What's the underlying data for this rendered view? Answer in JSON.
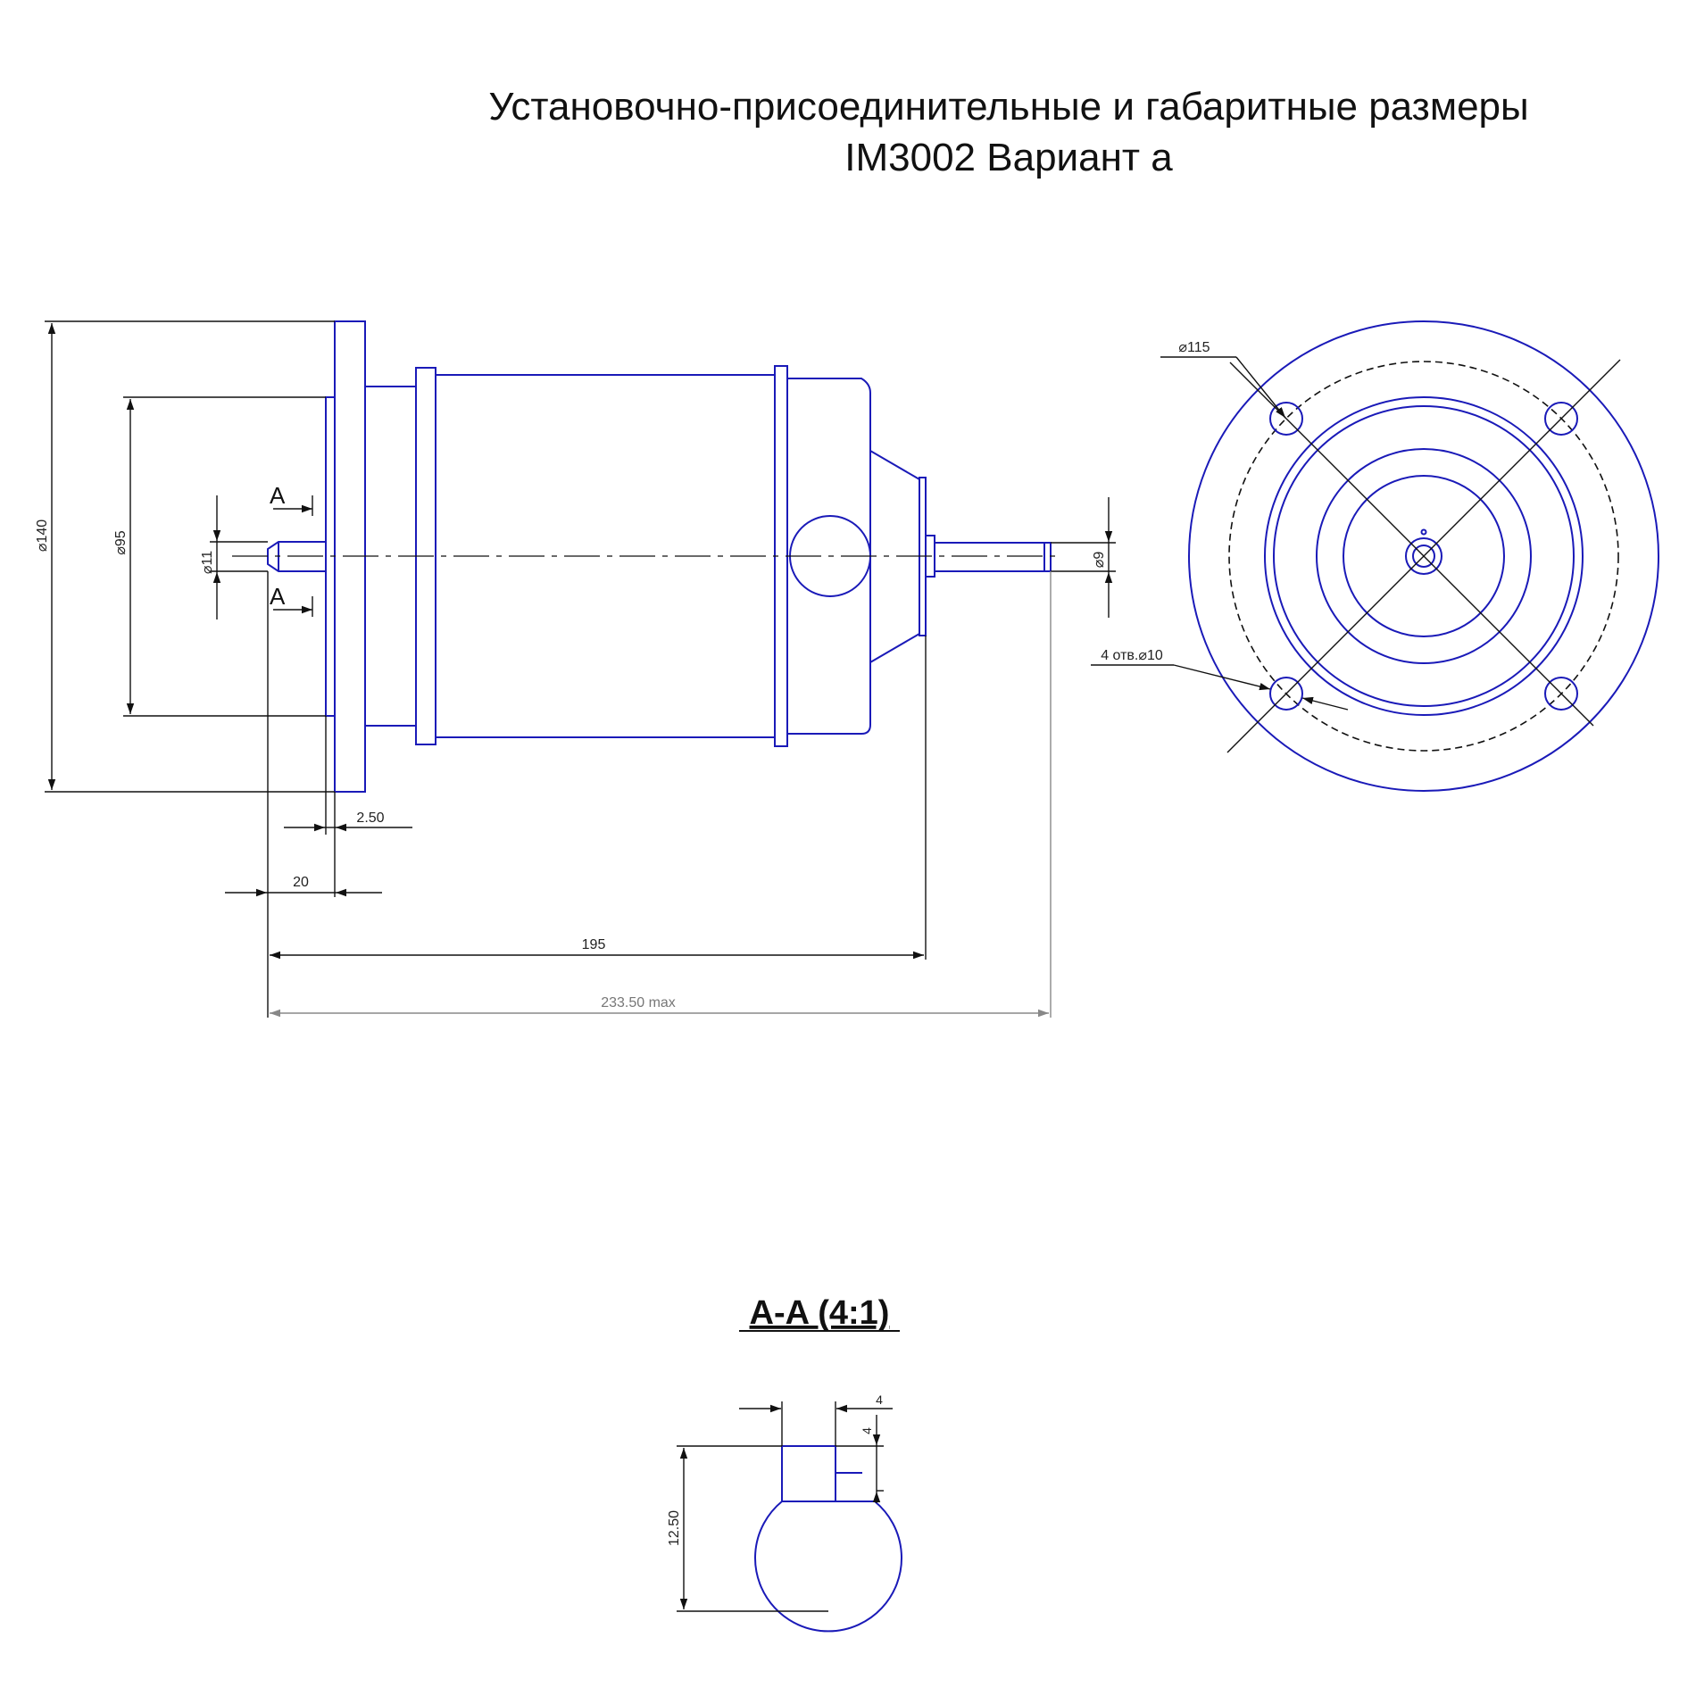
{
  "title": {
    "line1": "Установочно-присоединительные и габаритные размеры",
    "line2": "IM3002 Вариант а"
  },
  "dimensions": {
    "d140": "⌀140",
    "d95": "⌀95",
    "d11": "⌀11",
    "d9": "⌀9",
    "d115": "⌀115",
    "holes": "4 отв.⌀10",
    "l250": "2.50",
    "l20": "20",
    "l195": "195",
    "lmax": "233.50 max"
  },
  "section": {
    "mark": "A",
    "title": "A-A (4:1)",
    "key_w": "4",
    "key_h": "4",
    "height": "12.50"
  },
  "colors": {
    "outline": "#1a1ab8",
    "dimension": "#111111",
    "overall": "#888888"
  }
}
